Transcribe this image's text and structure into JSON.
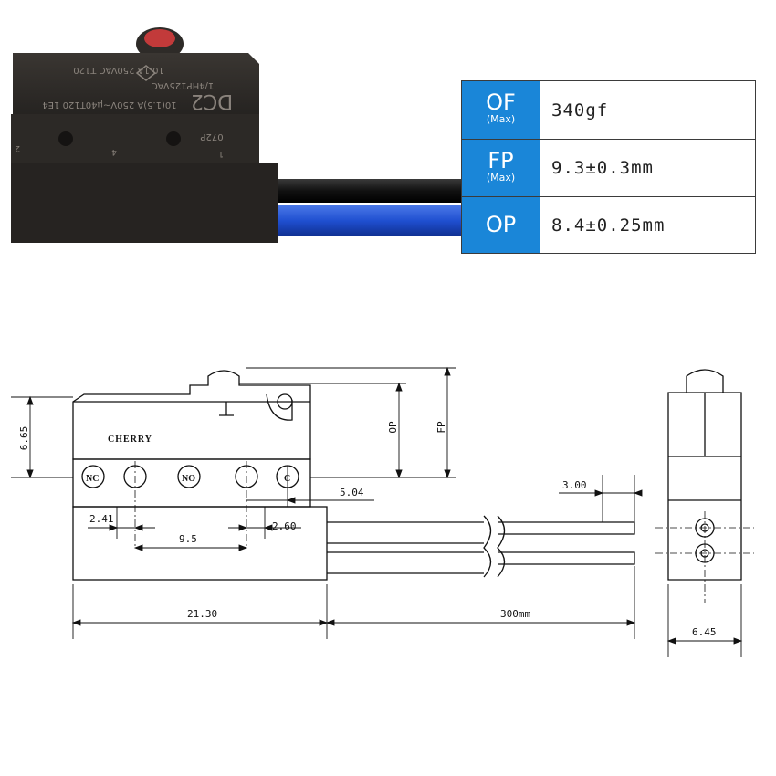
{
  "photo": {
    "button_icon": "red-plunger-icon",
    "markings": {
      "rating_1": "10.1A 250VAC T120",
      "rating_2": "1/4HP125VAC",
      "rating_3": "10(1.5)A 250V~μ40T120 1E4",
      "model": "DC2",
      "code": "072P",
      "term_1": "1",
      "term_2": "2",
      "term_3": "4"
    }
  },
  "spec_table": {
    "key_color": "#1a86d8",
    "rows": [
      {
        "key": "OF",
        "qualifier": "(Max)",
        "value": "340gf"
      },
      {
        "key": "FP",
        "qualifier": "(Max)",
        "value": "9.3±0.3mm"
      },
      {
        "key": "OP",
        "qualifier": "",
        "value": "8.4±0.25mm"
      }
    ]
  },
  "drawing": {
    "brand": "CHERRY",
    "terminals": {
      "nc": "NC",
      "no": "NO",
      "c": "C"
    },
    "dims": {
      "height": "6.65",
      "op": "OP",
      "fp": "FP",
      "c_offset": "5.04",
      "nc_offset": "2.41",
      "pitch": "9.5",
      "c_pitch": "2.60",
      "wire_spacing": "3.00",
      "length": "21.30",
      "cable": "300mm",
      "width": "6.45"
    }
  }
}
